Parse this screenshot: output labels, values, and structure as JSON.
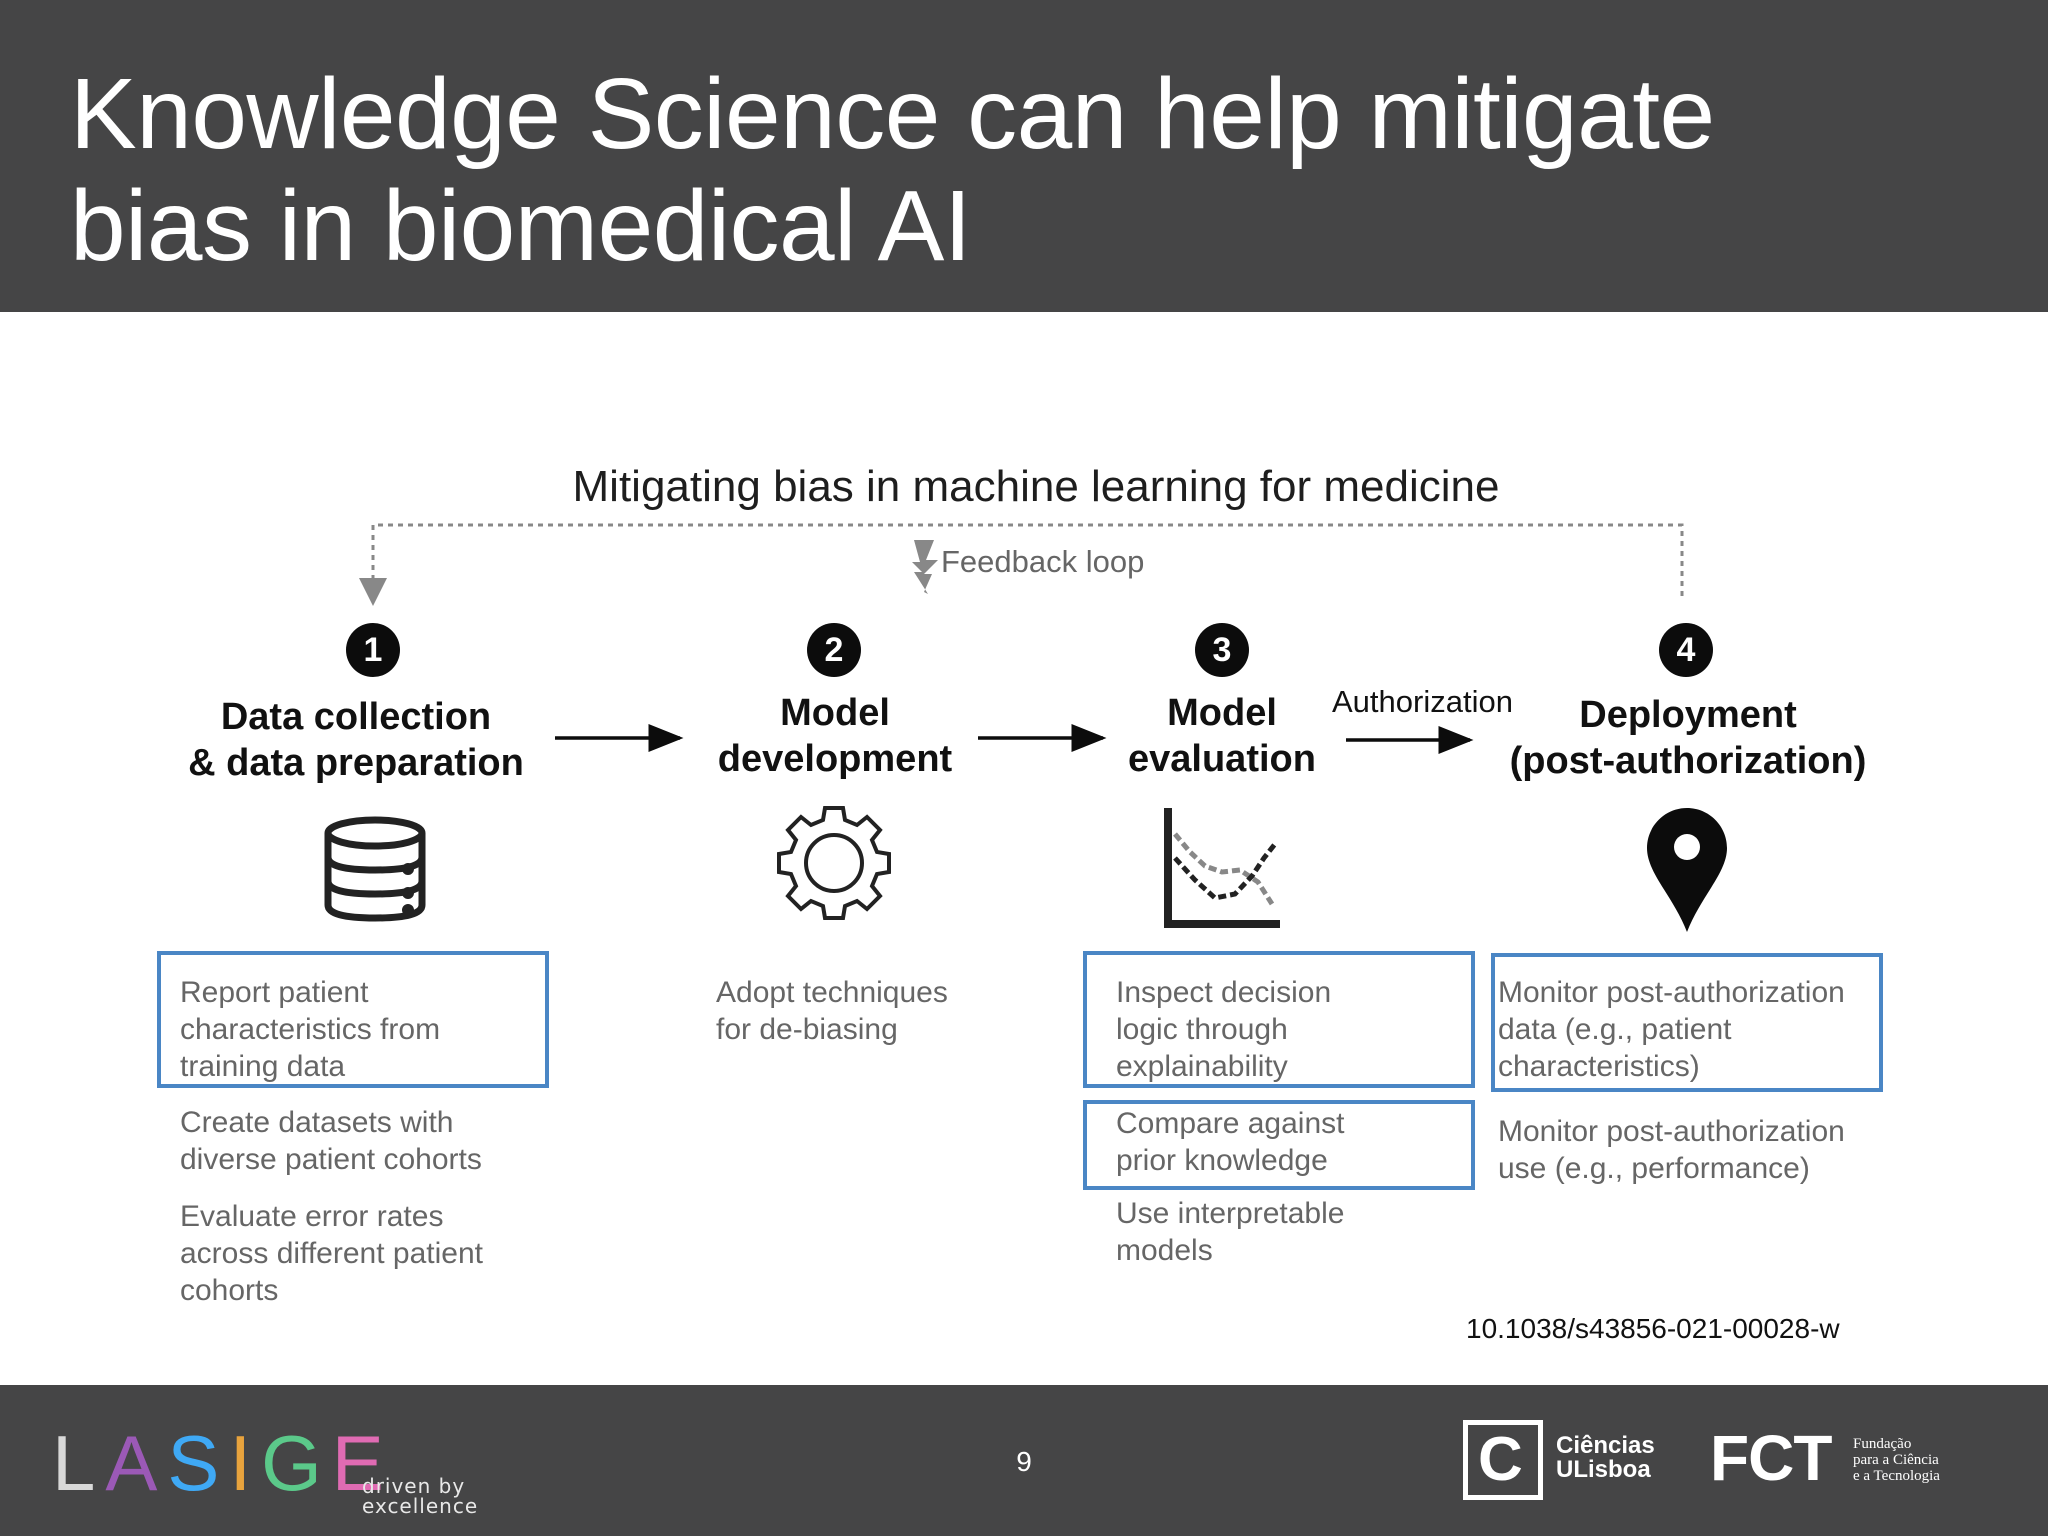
{
  "slide": {
    "title_lines": [
      "Knowledge Science can help mitigate",
      "bias in biomedical AI"
    ],
    "page_number": "9",
    "doi": "10.1038/s43856-021-00028-w"
  },
  "diagram": {
    "title": "Mitigating bias in machine learning for medicine",
    "feedback_label": "Feedback loop",
    "authorization_label": "Authorization",
    "stages": [
      {
        "number": "1",
        "title_lines": [
          "Data collection",
          "& data preparation"
        ],
        "icon": "database-icon"
      },
      {
        "number": "2",
        "title_lines": [
          "Model",
          "development"
        ],
        "icon": "gear-icon"
      },
      {
        "number": "3",
        "title_lines": [
          "Model",
          "evaluation"
        ],
        "icon": "line-chart-icon"
      },
      {
        "number": "4",
        "title_lines": [
          "Deployment",
          "(post-authorization)"
        ],
        "icon": "map-pin-icon"
      }
    ],
    "notes": {
      "stage1": [
        {
          "lines": [
            "Report patient",
            "characteristics from",
            "training data"
          ],
          "highlighted": true
        },
        {
          "lines": [
            "Create datasets with",
            "diverse patient cohorts"
          ],
          "highlighted": false
        },
        {
          "lines": [
            "Evaluate error rates",
            "across different patient",
            "cohorts"
          ],
          "highlighted": false
        }
      ],
      "stage2": [
        {
          "lines": [
            "Adopt techniques",
            "for de-biasing"
          ],
          "highlighted": false
        }
      ],
      "stage3": [
        {
          "lines": [
            "Inspect decision",
            "logic through",
            "explainability"
          ],
          "highlighted": true
        },
        {
          "lines": [
            "Compare against",
            "prior knowledge"
          ],
          "highlighted": true
        },
        {
          "lines": [
            "Use interpretable",
            "models"
          ],
          "highlighted": false
        }
      ],
      "stage4": [
        {
          "lines": [
            "Monitor post-authorization",
            "data (e.g., patient",
            "characteristics)"
          ],
          "highlighted": true
        },
        {
          "lines": [
            "Monitor post-authorization",
            "use (e.g., performance)"
          ],
          "highlighted": false
        }
      ]
    },
    "highlight_color": "#4a86c5"
  },
  "footer": {
    "lasige_letters": [
      "L",
      "A",
      "S",
      "I",
      "G",
      "E"
    ],
    "lasige_colors": [
      "#d8d8d8",
      "#9b59b6",
      "#3fa9f5",
      "#e8a33d",
      "#5bc98a",
      "#e06bb3"
    ],
    "tagline_lines": [
      "driven by",
      "excellence"
    ],
    "ciencias_logo_letter": "C",
    "ciencias_lines": [
      "Ciências",
      "ULisboa"
    ],
    "fct_logo": "FCT",
    "fct_lines": [
      "Fundação",
      "para a Ciência",
      "e a Tecnologia"
    ]
  }
}
